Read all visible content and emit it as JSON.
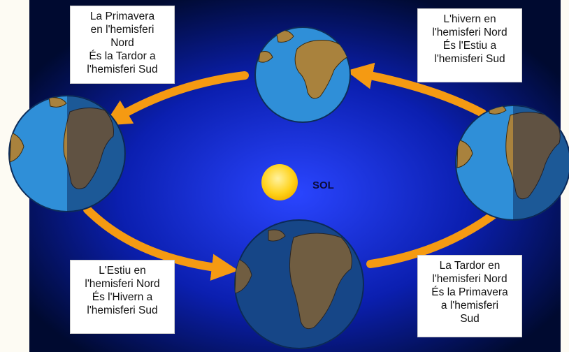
{
  "colors": {
    "space_center": "#2a45ff",
    "space_edge": "#000a30",
    "ocean": "#2f8fd8",
    "land": "#a9823d",
    "night_shade": "#06194a",
    "orbit_arrow": "#f59a12",
    "sun_core": "#fff2a0",
    "sun_edge": "#f6b800"
  },
  "sun": {
    "label": "SOL"
  },
  "labels": {
    "top_left": [
      "La Primavera",
      "en l'hemisferi",
      "Nord",
      "És la Tardor a",
      "l'hemisferi Sud"
    ],
    "top_right": [
      "L'hivern en",
      "l'hemisferi Nord",
      "És l'Estiu a",
      "l'hemisferi Sud"
    ],
    "bottom_left": [
      "L'Estiu en",
      "l'hemisferi Nord",
      "És l'Hivern a",
      "l'hemisferi Sud"
    ],
    "bottom_right": [
      "La Tardor en",
      "l'hemisferi Nord",
      "És la Primavera",
      "a l'hemisferi",
      "Sud"
    ]
  },
  "globes": [
    "earth-top",
    "earth-left",
    "earth-right",
    "earth-bottom"
  ]
}
